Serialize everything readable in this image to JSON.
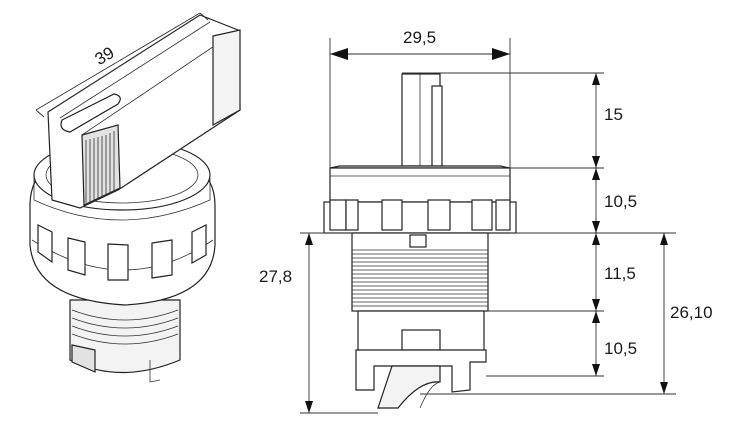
{
  "drawing": {
    "colors": {
      "line": "#222222",
      "background": "#ffffff",
      "shade": "#e2e2e2"
    },
    "dimensions": {
      "knob_length": "39",
      "body_width": "29,5",
      "shaft_height": "15",
      "cap_height": "10,5",
      "thread_height": "11,5",
      "base_height": "10,5",
      "overall_height_left": "27,8",
      "overall_height_right": "26,10"
    }
  }
}
